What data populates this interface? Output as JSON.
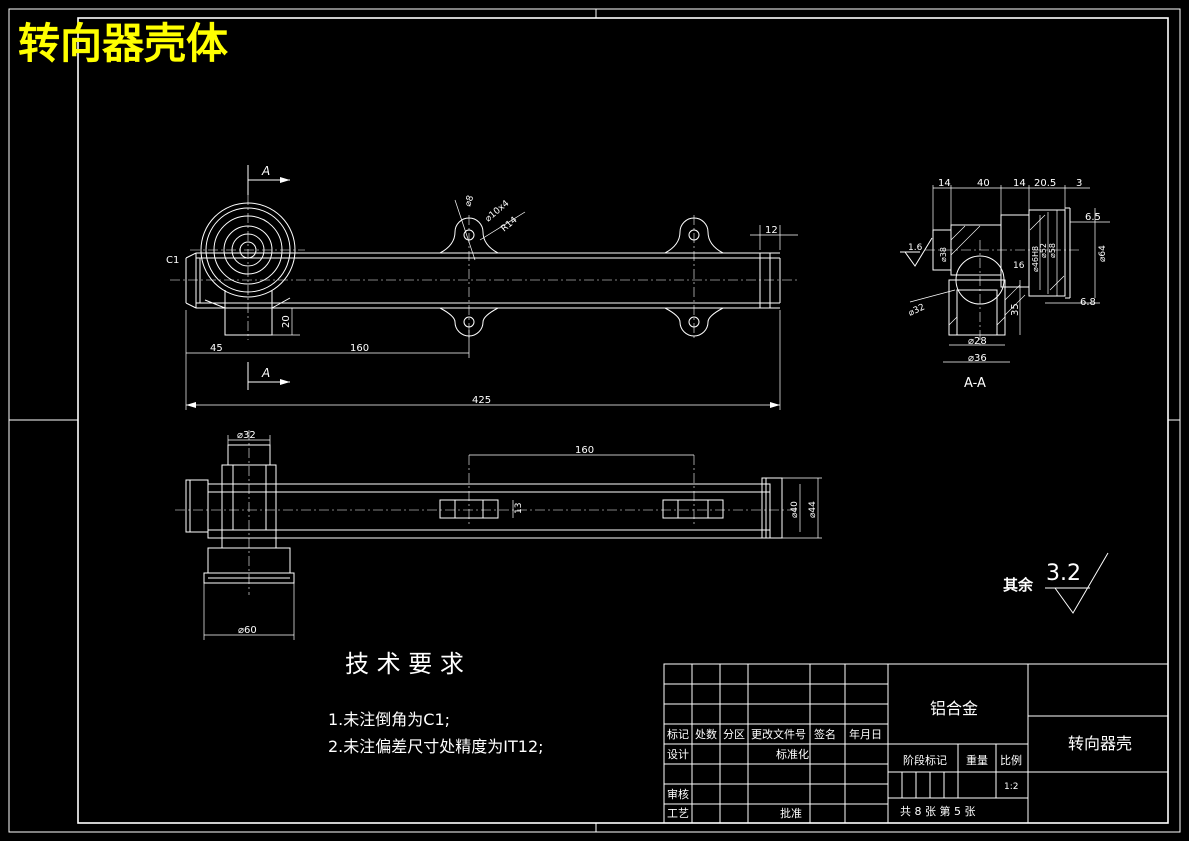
{
  "title": "转向器壳体",
  "title_color": "#ffff00",
  "line_color": "#ffffff",
  "background": "#000000",
  "views": {
    "front": {
      "section_mark": "A",
      "chamfer_label": "C1",
      "hole_labels": [
        "⌀8",
        "⌀10x4",
        "R14"
      ],
      "dims": {
        "d12": "12",
        "d20": "20",
        "d45": "45",
        "d160": "160",
        "d425": "425"
      }
    },
    "section": {
      "name": "A-A",
      "dims": {
        "top": [
          "14",
          "40",
          "14",
          "20.5",
          "3"
        ],
        "right": [
          "6.5",
          "⌀64",
          "6.8"
        ],
        "inner": [
          "⌀38",
          "⌀46H8",
          "⌀52",
          "⌀58",
          "⌀32",
          "35",
          "⌀28",
          "⌀36",
          "16"
        ],
        "roughness": "1.6"
      }
    },
    "top": {
      "dims": {
        "d32": "⌀32",
        "d160": "160",
        "d13": "13",
        "d40": "⌀40",
        "d44": "⌀44",
        "d60": "⌀60"
      }
    }
  },
  "surface": {
    "label": "其余",
    "value": "3.2"
  },
  "requirements": {
    "heading": "技 术 要 求",
    "items": [
      "1.未注倒角为C1;",
      "2.未注偏差尺寸处精度为IT12;"
    ]
  },
  "title_block": {
    "material": "铝合金",
    "part_name": "转向器壳",
    "headers": [
      "标记",
      "处数",
      "分区",
      "更改文件号",
      "签名",
      "年月日"
    ],
    "design": "设计",
    "standard": "标准化",
    "check": "审核",
    "process": "工艺",
    "approve": "批准",
    "stage": "阶段标记",
    "weight": "重量",
    "scale_label": "比例",
    "scale": "1:2",
    "sheets": "共 8 张 第 5 张"
  }
}
